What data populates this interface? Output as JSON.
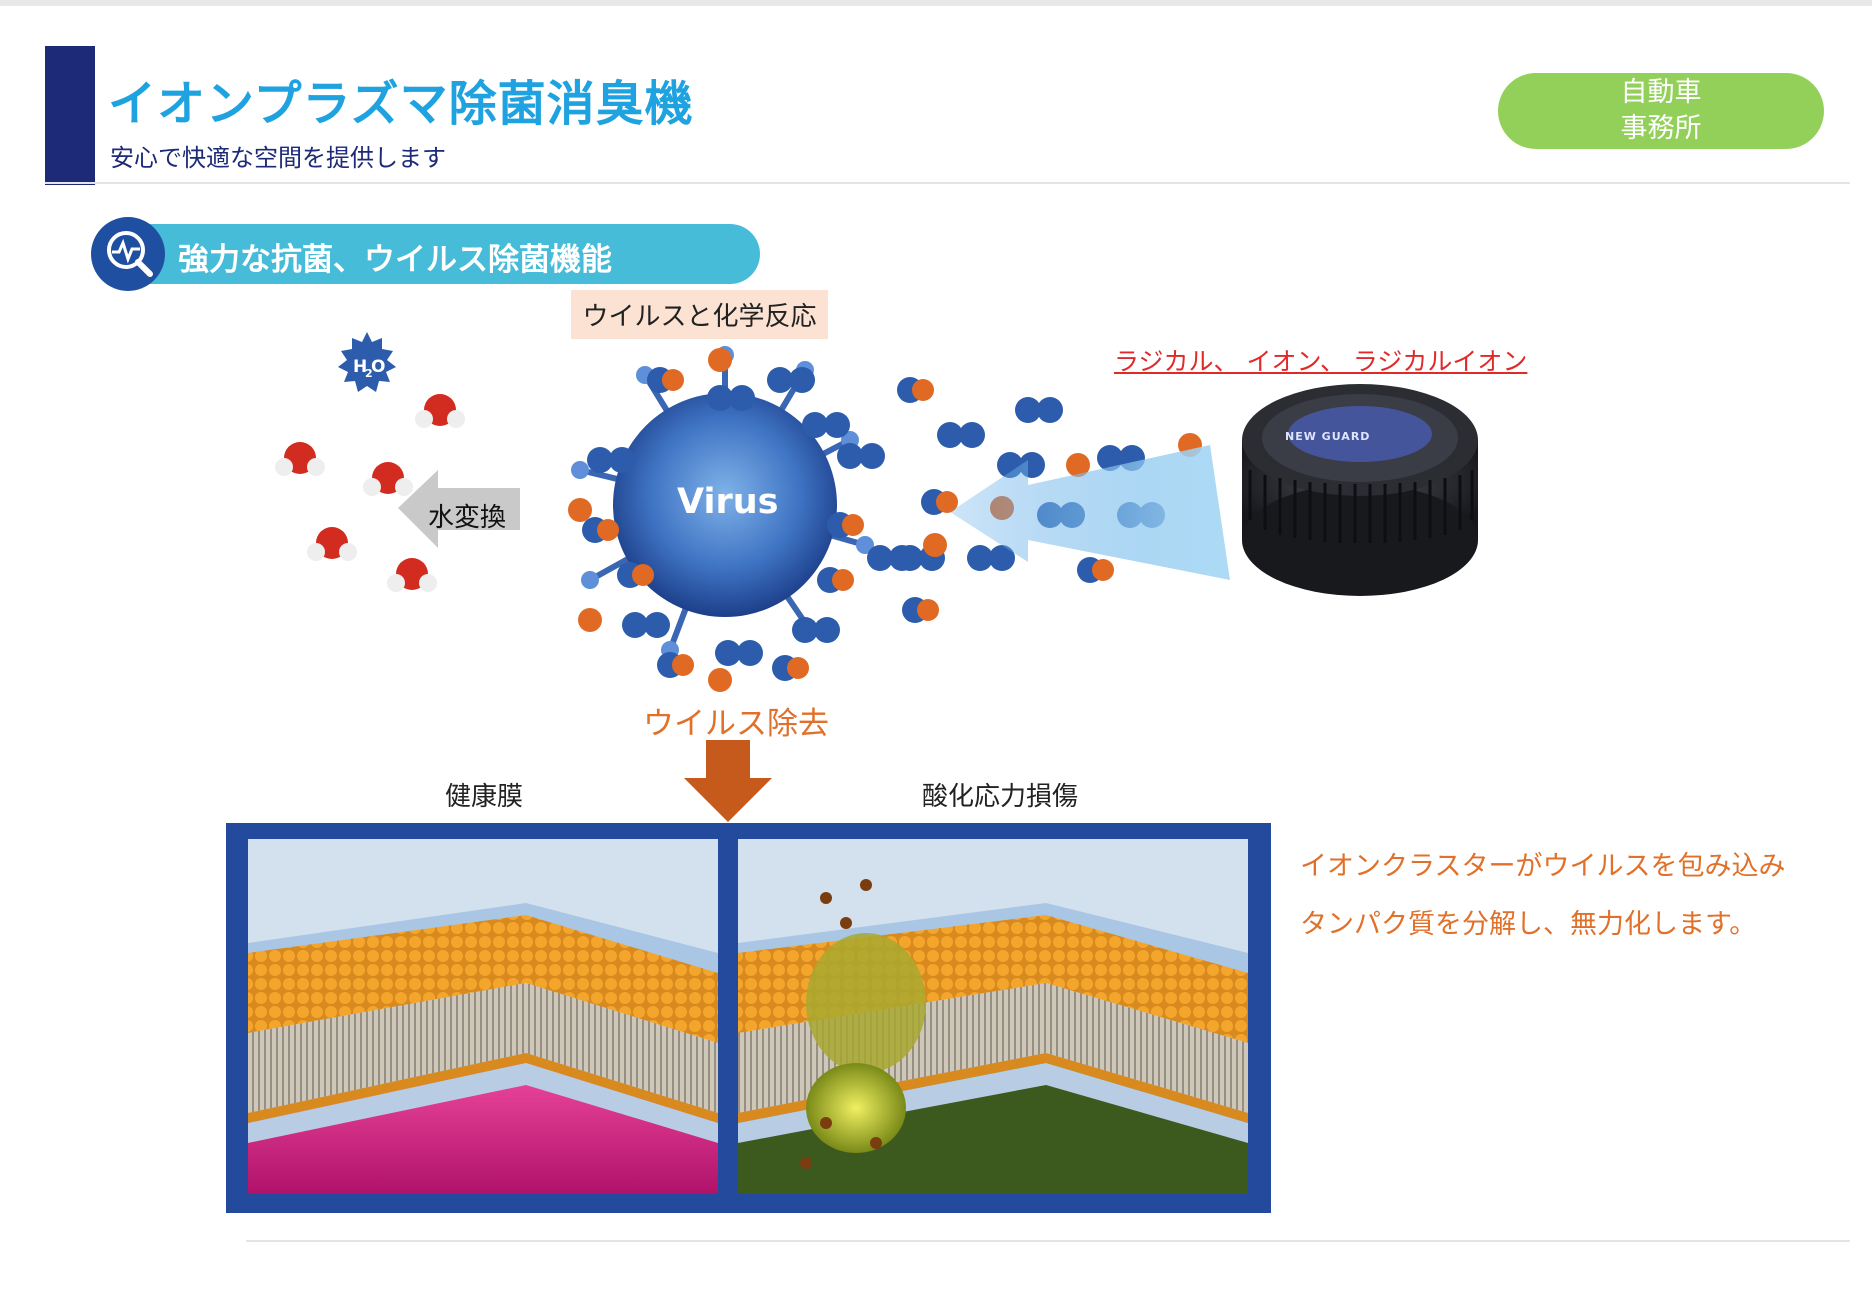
{
  "header": {
    "title": "イオンプラズマ除菌消臭機",
    "subtitle": "安心で快適な空間を提供します",
    "badge_line1": "自動車",
    "badge_line2": "事務所"
  },
  "section": {
    "title": "強力な抗菌、ウイルス除菌機能",
    "icon": "magnifier-pulse-icon"
  },
  "diagram": {
    "chem_reaction_label": "ウイルスと化学反応",
    "radical_label": "ラジカル、 イオン、 ラジカルイオン",
    "water_conversion_label": "水変換",
    "virus_text": "Virus",
    "virus_removal_label": "ウイルス除去",
    "h2o_label": "H2O",
    "device_brand": "NEW GUARD"
  },
  "membrane": {
    "healthy_label": "健康膜",
    "damaged_label": "酸化応力損傷"
  },
  "description": {
    "line1": "イオンクラスターがウイルスを包み込み",
    "line2": "タンパク質を分解し、無力化します。"
  },
  "colors": {
    "title_blue": "#1fa2e0",
    "navy": "#1c2a78",
    "badge_green": "#93d05a",
    "section_cyan": "#47bcd9",
    "accent_orange": "#e0702a",
    "radical_red": "#e02a2a",
    "arrow_brown": "#c55a1c"
  }
}
